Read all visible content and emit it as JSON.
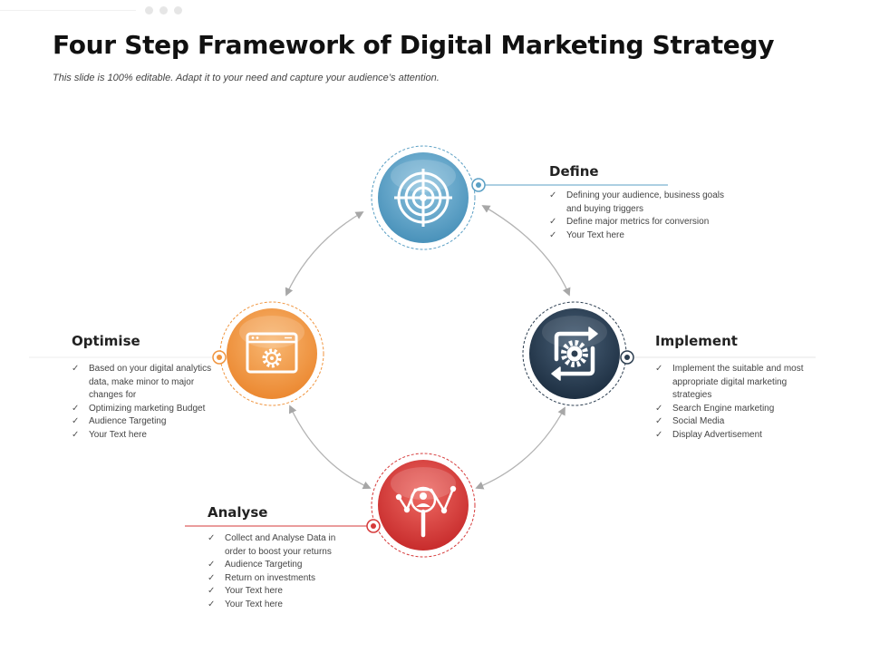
{
  "header": {
    "title": "Four Step Framework of Digital Marketing Strategy",
    "subtitle": "This slide is 100% editable. Adapt it to your need and capture your audience’s attention."
  },
  "steps": [
    {
      "id": "define",
      "heading": "Define",
      "icon": "target-icon",
      "color": "#5a9fc4",
      "bullets": [
        "Defining your audience, business goals and buying triggers",
        "Define major metrics for conversion",
        "Your Text here"
      ]
    },
    {
      "id": "implement",
      "heading": "Implement",
      "icon": "process-gear-icon",
      "color": "#2c3e50",
      "bullets": [
        "Implement the suitable and most appropriate digital marketing strategies",
        "Search Engine marketing",
        "Social Media",
        "Display Advertisement"
      ]
    },
    {
      "id": "analyse",
      "heading": "Analyse",
      "icon": "analytics-magnifier-icon",
      "color": "#d63a3a",
      "bullets": [
        "Collect and Analyse Data in order to boost your returns",
        "Audience Targeting",
        "Return on investments",
        "Your Text here",
        "Your Text here"
      ]
    },
    {
      "id": "optimise",
      "heading": "Optimise",
      "icon": "browser-gear-icon",
      "color": "#f0953f",
      "bullets": [
        "Based on your digital analytics data, make minor to major changes for",
        "Optimizing marketing Budget",
        " Audience Targeting",
        "Your Text here"
      ]
    }
  ]
}
